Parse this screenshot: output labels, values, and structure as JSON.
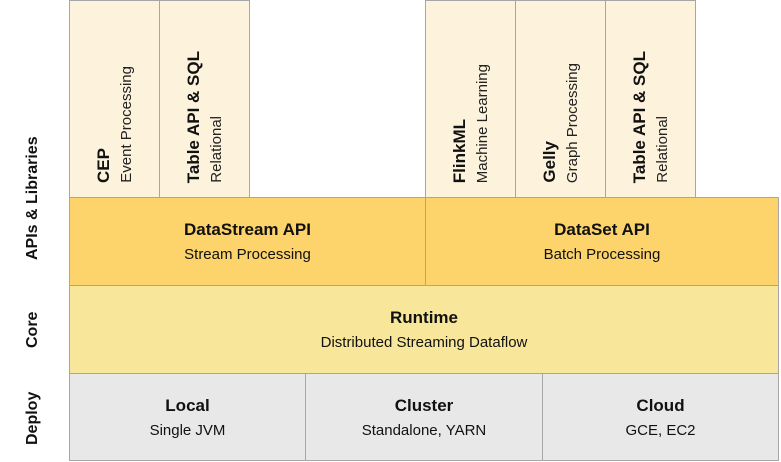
{
  "layers": {
    "apis": "APIs & Libraries",
    "core": "Core",
    "deploy": "Deploy"
  },
  "libraries": [
    {
      "title": "CEP",
      "subtitle": "Event Processing"
    },
    {
      "title": "Table API & SQL",
      "subtitle": "Relational"
    },
    {
      "title": "FlinkML",
      "subtitle": "Machine Learning"
    },
    {
      "title": "Gelly",
      "subtitle": "Graph Processing"
    },
    {
      "title": "Table API & SQL",
      "subtitle": "Relational"
    }
  ],
  "apis": [
    {
      "title": "DataStream API",
      "subtitle": "Stream Processing"
    },
    {
      "title": "DataSet API",
      "subtitle": "Batch Processing"
    }
  ],
  "core": {
    "title": "Runtime",
    "subtitle": "Distributed Streaming Dataflow"
  },
  "deploy": [
    {
      "title": "Local",
      "subtitle": "Single JVM"
    },
    {
      "title": "Cluster",
      "subtitle": "Standalone, YARN"
    },
    {
      "title": "Cloud",
      "subtitle": "GCE, EC2"
    }
  ],
  "colors": {
    "libraries": "#fdf3dd",
    "apis": "#fdd36b",
    "core": "#f8e79a",
    "deploy": "#e8e8e8",
    "border": "#a6a6a6"
  }
}
